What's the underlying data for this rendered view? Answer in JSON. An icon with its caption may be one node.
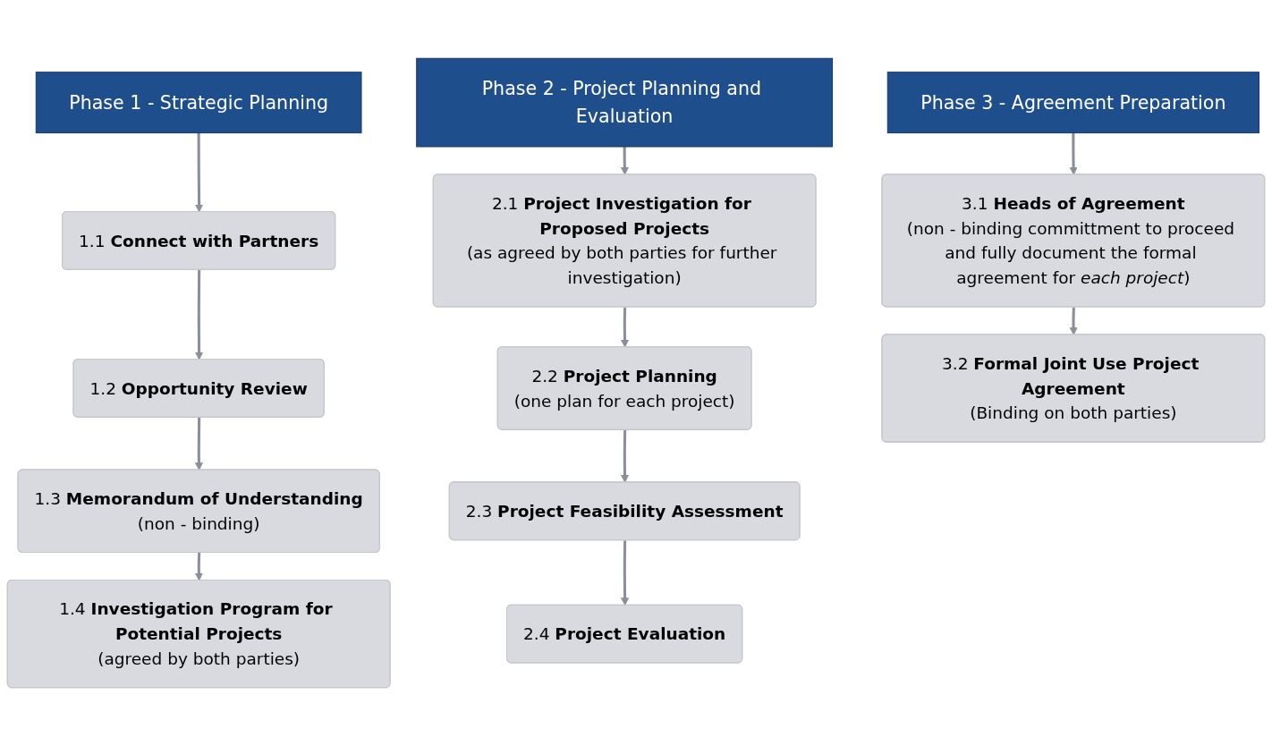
{
  "diagram": {
    "nodes": [
      {
        "text": [
          "Phase 1 - Strategic Planning"
        ]
      },
      {
        "text": [
          "1.1 **Connect with Partners**"
        ]
      },
      {
        "text": [
          "1.2 **Opportunity Review**"
        ]
      },
      {
        "text": [
          "1.3 **Memorandum of Understanding**",
          "(non - binding)"
        ]
      },
      {
        "text": [
          "1.4 **Investigation Program for Potential Projects**",
          "(agreed by both parties)"
        ]
      },
      {
        "text": [
          "Phase 2 - Project Planning and Evaluation"
        ]
      },
      {
        "text": [
          "2.1 **Project Investigation for Proposed Projects**",
          "(as agreed by both parties for further investigation)"
        ]
      },
      {
        "text": [
          "2.2 **Project Planning**",
          "(one plan for each project)"
        ]
      },
      {
        "text": [
          "2.3 **Project Feasibility Assessment**"
        ]
      },
      {
        "text": [
          "2.4 **Project Evaluation**"
        ]
      },
      {
        "text": [
          "Phase 3 - Agreement Preparation"
        ]
      },
      {
        "text": [
          "3.1 **Heads of Agreement**",
          "(non - binding committment to proceed and fully document the formal agreement for *each project*)"
        ]
      },
      {
        "text": [
          "3.2 **Formal Joint Use Project Agreement**",
          "(Binding on both parties)"
        ]
      }
    ],
    "edges": [
      {
        "from": 0,
        "to": 1,
        "arrow": "to"
      },
      {
        "from": 1,
        "to": 2,
        "arrow": "to"
      },
      {
        "from": 2,
        "to": 3,
        "arrow": "to"
      },
      {
        "from": 3,
        "to": 4,
        "arrow": "to"
      },
      {
        "from": 5,
        "to": 6,
        "arrow": "to"
      },
      {
        "from": 6,
        "to": 7,
        "arrow": "to"
      },
      {
        "from": 7,
        "to": 8,
        "arrow": "to"
      },
      {
        "from": 8,
        "to": 9,
        "arrow": "to"
      },
      {
        "from": 10,
        "to": 11,
        "arrow": "to"
      },
      {
        "from": 11,
        "to": 12,
        "arrow": "to"
      }
    ]
  }
}
